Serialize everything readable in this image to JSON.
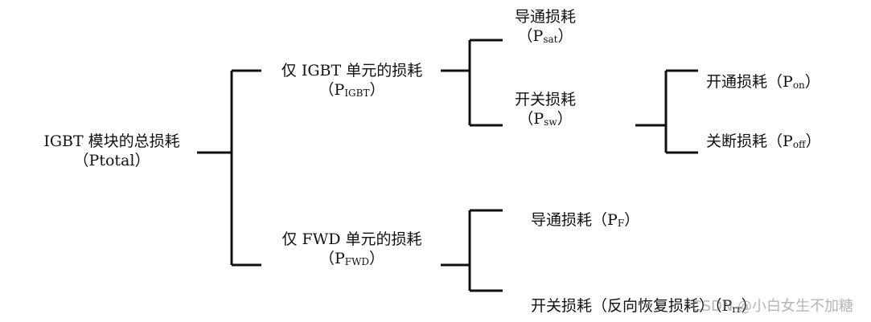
{
  "root": {
    "line1": "IGBT 模块的总损耗",
    "open": "（",
    "sym": "Ptotal",
    "close": "）"
  },
  "igbt": {
    "line1": "仅 IGBT 单元的损耗",
    "open": "（",
    "P": "P",
    "sub": "IGBT",
    "close": "）"
  },
  "igbt_cond": {
    "line1": "导通损耗",
    "open": "（",
    "P": "P",
    "sub": "sat",
    "close": "）"
  },
  "igbt_sw": {
    "line1": "开关损耗",
    "open": "（",
    "P": "P",
    "sub": "sw",
    "close": "）"
  },
  "igbt_on": {
    "text": "开通损耗（",
    "P": "P",
    "sub": "on",
    "close": "）"
  },
  "igbt_off": {
    "text": "关断损耗（",
    "P": "P",
    "sub": "off",
    "close": "）"
  },
  "fwd": {
    "line1": "仅 FWD 单元的损耗",
    "open": "（",
    "P": "P",
    "sub": "FWD",
    "close": "）"
  },
  "fwd_cond": {
    "text": "导通损耗（",
    "P": "P",
    "sub": "F",
    "close": "）"
  },
  "fwd_rr": {
    "text": "开关损耗（反向恢复损耗）（",
    "P": "P",
    "sub": "rr",
    "close": "）"
  },
  "watermark": "CSDN @小白女生不加糖"
}
